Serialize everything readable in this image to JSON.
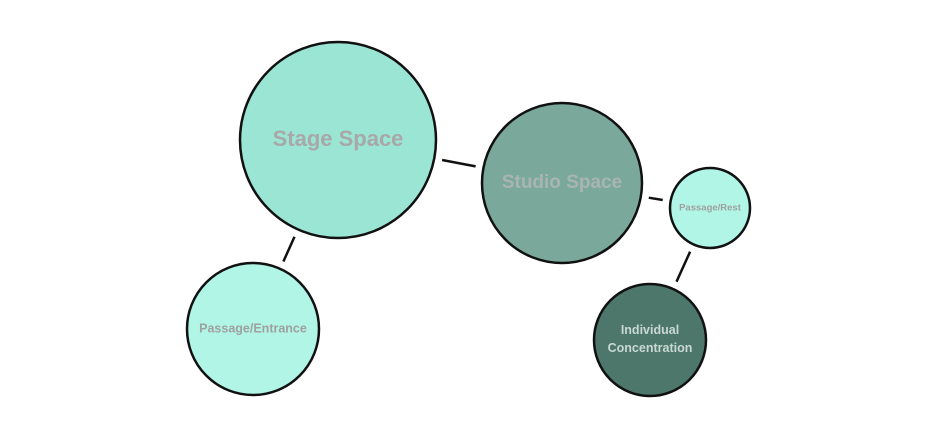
{
  "diagram": {
    "background": "#ffffff",
    "stroke_color": "#111111",
    "nodes": [
      {
        "id": "stage-space",
        "label": "Stage Space",
        "fill": "#9be5d5",
        "text_color": "#a8a8a8"
      },
      {
        "id": "studio-space",
        "label": "Studio Space",
        "fill": "#7aa89b",
        "text_color": "#a9b5b0"
      },
      {
        "id": "passage-rest",
        "label": "Passage/Rest",
        "fill": "#b0f5e6",
        "text_color": "#a0a0a0"
      },
      {
        "id": "passage-entrance",
        "label": "Passage/Entrance",
        "fill": "#b0f5e6",
        "text_color": "#a0a0a0"
      },
      {
        "id": "individual-concentration",
        "label": "Individual Concentration",
        "fill": "#4e776b",
        "text_color": "#c8d8d2"
      }
    ],
    "edges": [
      {
        "from": "stage-space",
        "to": "studio-space"
      },
      {
        "from": "studio-space",
        "to": "passage-rest"
      },
      {
        "from": "stage-space",
        "to": "passage-entrance"
      },
      {
        "from": "passage-rest",
        "to": "individual-concentration"
      }
    ]
  }
}
